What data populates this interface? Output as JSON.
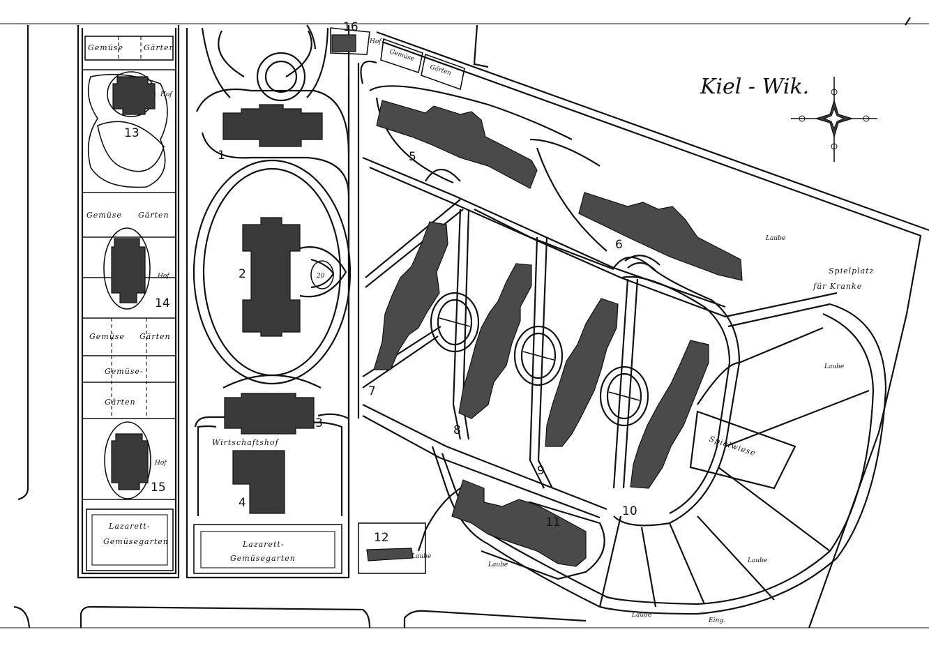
{
  "title": "Kiel - Wik.",
  "buildings": {
    "b1": "1",
    "b2": "2",
    "b3": "3",
    "b4": "4",
    "b5": "5",
    "b6": "6",
    "b7": "7",
    "b8": "8",
    "b9": "9",
    "b10": "10",
    "b11": "11",
    "b12": "12",
    "b13": "13",
    "b14": "14",
    "b15": "15",
    "b16": "16",
    "b20": "20"
  },
  "labels": {
    "gemuese_garten_top_left": "Gemüse",
    "gemuese_garten_top_right": "Gärten",
    "gemuese_garten_14_left": "Gemüse",
    "gemuese_garten_14_right": "Gärten",
    "gemuese_garten_mid_left": "Gemüse",
    "gemuese_garten_mid_right": "Gärten",
    "gemuese_split_1": "Gemüse-",
    "gemuese_split_2": "Gärten",
    "gemuese_top_center_1": "Gemüse",
    "gemuese_top_center_2": "Gärten",
    "hof_13": "Hof",
    "hof_14": "Hof",
    "hof_15": "Hof",
    "hof_16": "Hof",
    "wirtschaftshof": "Wirtschaftshof",
    "lazarett_left_1": "Lazarett-",
    "lazarett_left_2": "Gemüsegarten",
    "lazarett_center_1": "Lazarett-",
    "lazarett_center_2": "Gemüsegarten",
    "spielplatz_1": "Spielplatz",
    "spielplatz_2": "für Kranke",
    "spielwiese": "Spielwiese",
    "laube_1": "Laube",
    "laube_2": "Laube",
    "laube_3": "Laube",
    "laube_4": "Laube",
    "laube_5": "Laube",
    "laube_6": "Laube",
    "eing": "Eing."
  }
}
